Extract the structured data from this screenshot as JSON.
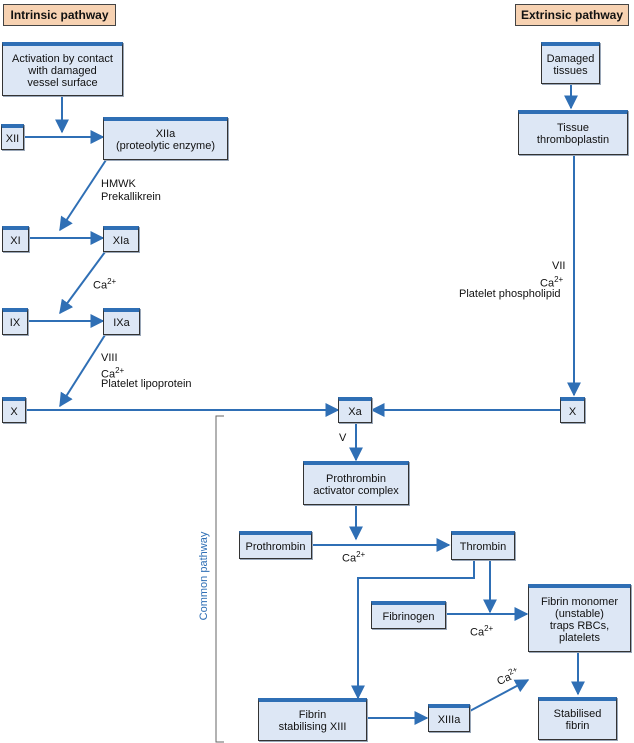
{
  "headers": {
    "intrinsic": "Intrinsic pathway",
    "extrinsic": "Extrinsic pathway"
  },
  "boxes": {
    "activation": [
      "Activation by contact",
      "with damaged",
      "vessel surface"
    ],
    "xii": [
      "XII"
    ],
    "xiia": [
      "XIIa",
      "(proteolytic enzyme)"
    ],
    "xi": [
      "XI"
    ],
    "xia": [
      "XIa"
    ],
    "ix": [
      "IX"
    ],
    "ixa": [
      "IXa"
    ],
    "x_left": [
      "X"
    ],
    "xa": [
      "Xa"
    ],
    "x_right": [
      "X"
    ],
    "damaged_tissues": [
      "Damaged",
      "tissues"
    ],
    "tissue_thromboplastin": [
      "Tissue",
      "thromboplastin"
    ],
    "prothrombin_activator": [
      "Prothrombin",
      "activator complex"
    ],
    "prothrombin": [
      "Prothrombin"
    ],
    "thrombin": [
      "Thrombin"
    ],
    "fibrinogen": [
      "Fibrinogen"
    ],
    "fibrin_monomer": [
      "Fibrin monomer",
      "(unstable)",
      "traps RBCs,",
      "platelets"
    ],
    "fibrin_stabilising": [
      "Fibrin",
      "stabilising XIII"
    ],
    "xiiia": [
      "XIIIa"
    ],
    "stabilised_fibrin": [
      "Stabilised",
      "fibrin"
    ]
  },
  "labels": {
    "hmwk": "HMWK",
    "prekallikrein": "Prekallikrein",
    "ca": "Ca",
    "ca_sup": "2+",
    "viii": "VIII",
    "platelet_lipoprotein": "Platelet lipoprotein",
    "vii": "VII",
    "platelet_phospholipid": "Platelet phospholipid",
    "v": "V",
    "common_pathway": "Common pathway"
  },
  "colors": {
    "arrow": "#2f6fb5",
    "box_fill": "#dde7f5",
    "header_fill": "#f7d2b2"
  }
}
